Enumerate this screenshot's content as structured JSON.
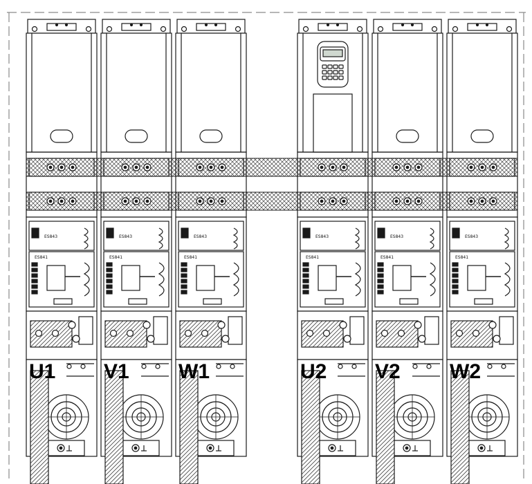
{
  "diagram": {
    "modules": [
      {
        "id": "u1",
        "label": "U1",
        "keypad": false
      },
      {
        "id": "v1",
        "label": "V1",
        "keypad": false
      },
      {
        "id": "w1",
        "label": "W1",
        "keypad": false
      },
      {
        "id": "u2",
        "label": "U2",
        "keypad": true
      },
      {
        "id": "v2",
        "label": "V2",
        "keypad": false
      },
      {
        "id": "w2",
        "label": "W2",
        "keypad": false
      }
    ],
    "board_upper_label": "ES843",
    "board_lower_label": "ES841"
  },
  "colors": {
    "line": "#1a1a1a",
    "dashed_border": "#8a8a8a",
    "busbar_fill": "#d8d8d8"
  }
}
